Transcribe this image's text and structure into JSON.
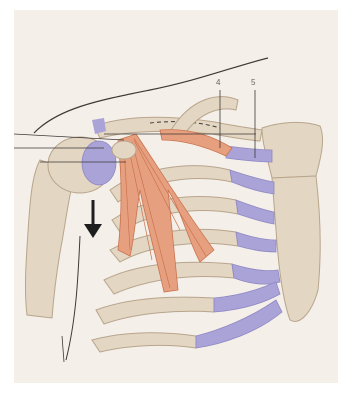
{
  "figure": {
    "labels": [
      {
        "id": "label-4",
        "text": "4"
      },
      {
        "id": "label-5",
        "text": "5"
      }
    ],
    "colors": {
      "paper": "#f4efe9",
      "bone": "#e3d6c3",
      "bone_edge": "#b8a58c",
      "cartilage": "#aaa3d8",
      "muscle": "#e7a07f",
      "muscle_fiber": "#c9734f",
      "outline": "#3d3936",
      "arrow": "#1e1e1e"
    }
  }
}
